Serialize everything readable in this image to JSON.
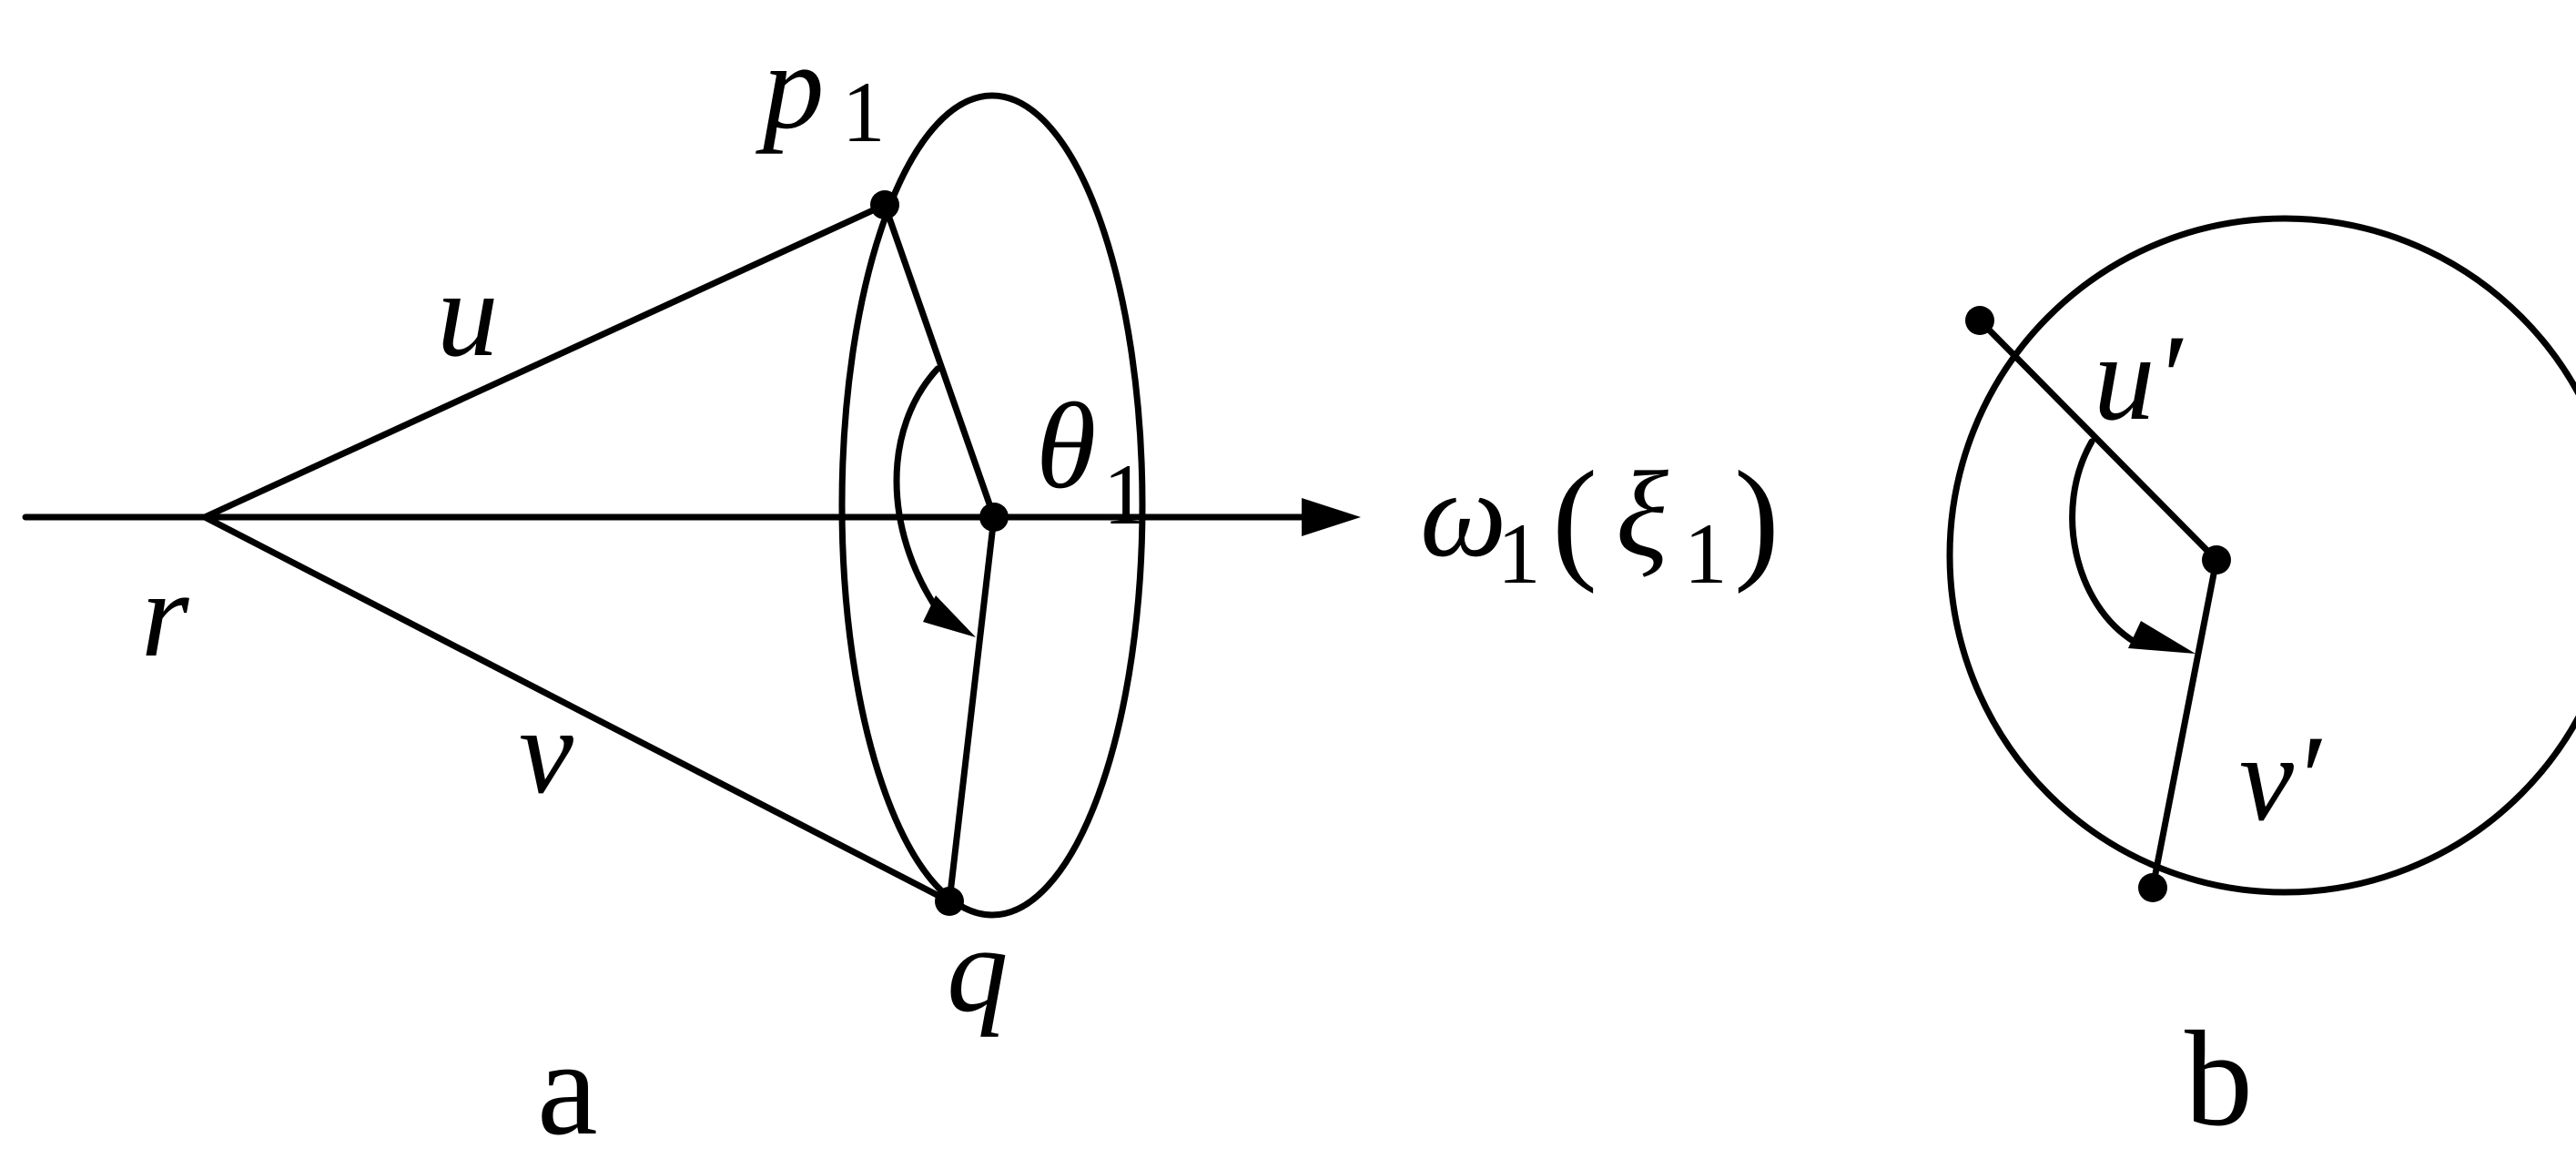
{
  "panel_a": {
    "panel_label": "a",
    "point_r": "r",
    "point_p": "p",
    "point_p_sub": "1",
    "point_q": "q",
    "edge_u": "u",
    "edge_v": "v",
    "angle": "θ",
    "angle_sub": "1",
    "axis_omega": "ω",
    "axis_omega_sub": "1",
    "axis_paren_open": "(",
    "axis_xi": "ξ",
    "axis_xi_sub": "1",
    "axis_paren_close": ")"
  },
  "panel_b": {
    "panel_label": "b",
    "edge_u_prime": "u′",
    "edge_v_prime": "v′"
  },
  "colors": {
    "stroke": "#000000",
    "background": "#ffffff"
  }
}
